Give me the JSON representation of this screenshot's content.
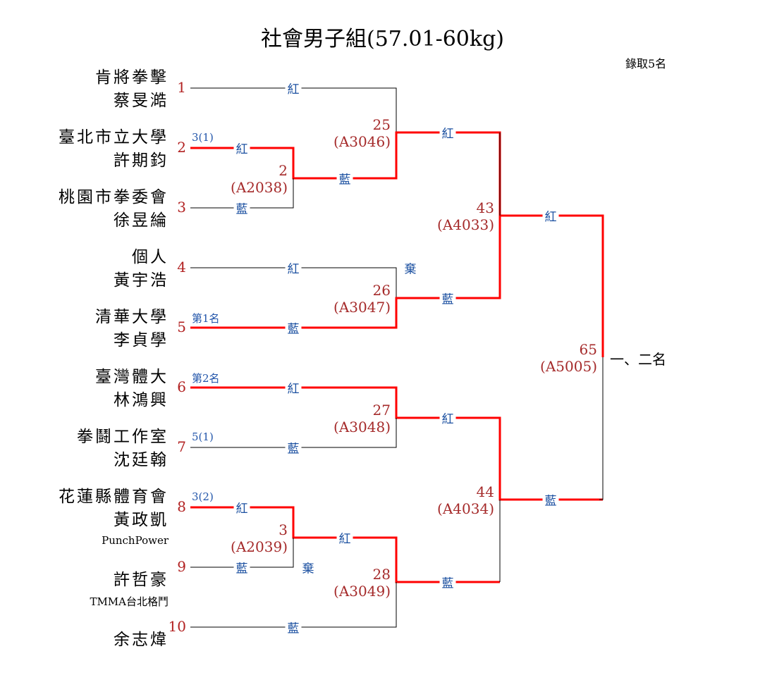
{
  "title": "社會男子組(57.01-60kg)",
  "quota": "錄取5名",
  "entries": [
    {
      "seed": "1",
      "team": "肯將拳擊",
      "name": "蔡旻澔",
      "note": ""
    },
    {
      "seed": "2",
      "team": "臺北市立大學",
      "name": "許期鈞",
      "note": "3(1)"
    },
    {
      "seed": "3",
      "team": "桃園市拳委會",
      "name": "徐昱綸",
      "note": ""
    },
    {
      "seed": "4",
      "team": "個人",
      "name": "黃宇浩",
      "note": ""
    },
    {
      "seed": "5",
      "team": "清華大學",
      "name": "李貞學",
      "note": "第1名"
    },
    {
      "seed": "6",
      "team": "臺灣體大",
      "name": "林鴻興",
      "note": "第2名"
    },
    {
      "seed": "7",
      "team": "拳鬪工作室",
      "name": "沈廷翰",
      "note": "5(1)"
    },
    {
      "seed": "8",
      "team": "花蓮縣體育會",
      "name": "黃政凱",
      "note": "3(2)"
    },
    {
      "seed": "9",
      "team": "PunchPower",
      "name": "許哲豪",
      "note": ""
    },
    {
      "seed": "10",
      "team": "TMMA台北格鬥",
      "name": "余志煒",
      "note": ""
    }
  ],
  "matches": [
    {
      "num": "2",
      "code": "(A2038)"
    },
    {
      "num": "3",
      "code": "(A2039)"
    },
    {
      "num": "25",
      "code": "(A3046)"
    },
    {
      "num": "26",
      "code": "(A3047)"
    },
    {
      "num": "27",
      "code": "(A3048)"
    },
    {
      "num": "28",
      "code": "(A3049)"
    },
    {
      "num": "43",
      "code": "(A4033)"
    },
    {
      "num": "44",
      "code": "(A4034)"
    },
    {
      "num": "65",
      "code": "(A5005)"
    }
  ],
  "corner_labels": [
    "紅",
    "紅",
    "藍",
    "藍",
    "紅",
    "藍",
    "紅",
    "藍",
    "紅",
    "藍",
    "紅",
    "藍",
    "紅",
    "藍",
    "藍",
    "紅",
    "藍",
    "紅",
    "藍",
    "紅",
    "藍"
  ],
  "forfeits": [
    "棄",
    "棄"
  ],
  "final_label": "一、二名",
  "colors": {
    "win": "#ff0000",
    "line": "#000000",
    "seed": "#b22222",
    "corner": "#1a4fa0"
  }
}
